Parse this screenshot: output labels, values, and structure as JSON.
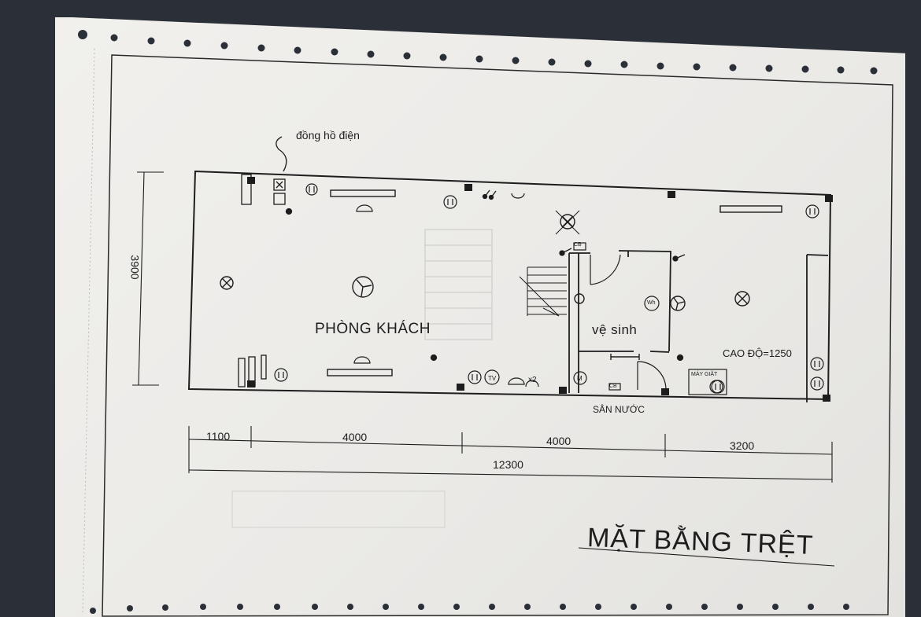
{
  "plan": {
    "title": "MẶT BẰNG TRỆT",
    "annotations": {
      "meter_box": "đồng hồ điện",
      "outlet_count": "x2",
      "height_note": "CAO ĐỘ=1250",
      "washing_machine": "MÁY GIẶT"
    },
    "rooms": {
      "living": "PHÒNG KHÁCH",
      "bath": "vệ sinh",
      "yard": "SÂN NƯỚC"
    },
    "dimensions": {
      "depth": "3900",
      "segments": [
        "1100",
        "4000",
        "4000",
        "3200"
      ],
      "total": "12300"
    },
    "symbol_labels": {
      "tv": "TV",
      "cb": "CB",
      "motor": "M",
      "water_heater": "Wh"
    }
  },
  "colors": {
    "background": "#2b2f38",
    "paper": "#eceae7",
    "ink": "#1d1d1d"
  }
}
